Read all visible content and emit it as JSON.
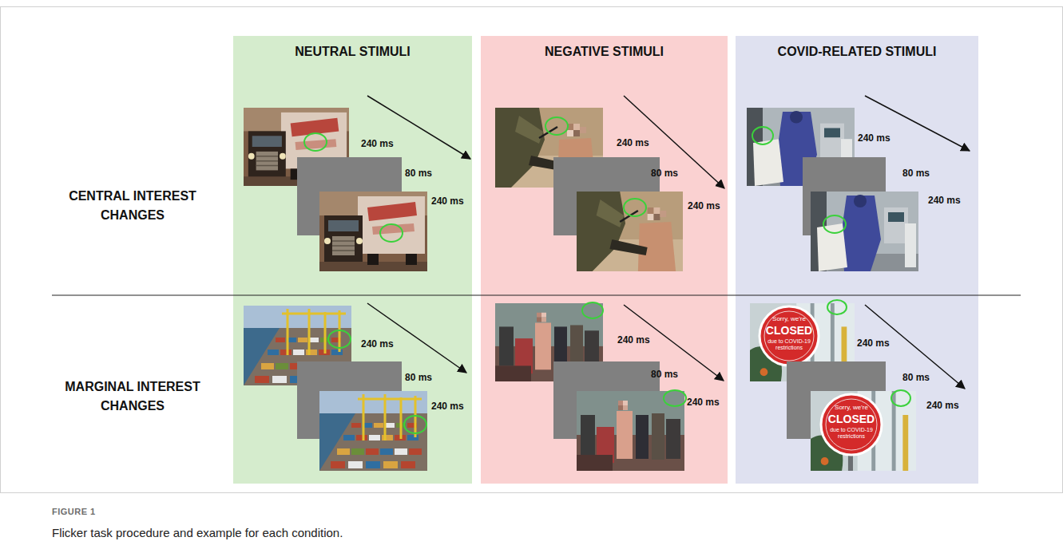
{
  "diagram": {
    "caption": "Flicker task procedure and example for each condition.",
    "nodes": [
      {
        "text": [
          "NEUTRAL STIMULI"
        ]
      },
      {
        "text": [
          "NEGATIVE STIMULI"
        ]
      },
      {
        "text": [
          "COVID-RELATED STIMULI"
        ]
      }
    ],
    "labels": [
      "CENTRAL INTEREST CHANGES",
      "240 ms",
      "80 ms",
      "240 ms",
      "240 ms",
      "80 ms",
      "240 ms",
      "240 ms",
      "80 ms",
      "240 ms",
      "MARGINAL INTEREST CHANGES",
      "240 ms",
      "80 ms",
      "240 ms",
      "240 ms",
      "80 ms",
      "240 ms",
      "240 ms",
      "80 ms",
      "240 ms",
      "Sorry, we're",
      "CLOSED",
      "due to COVID-19 restrictions",
      "Sorry, we're",
      "CLOSED",
      "due to COVID-19 restrictions",
      "FIGURE 1"
    ]
  }
}
